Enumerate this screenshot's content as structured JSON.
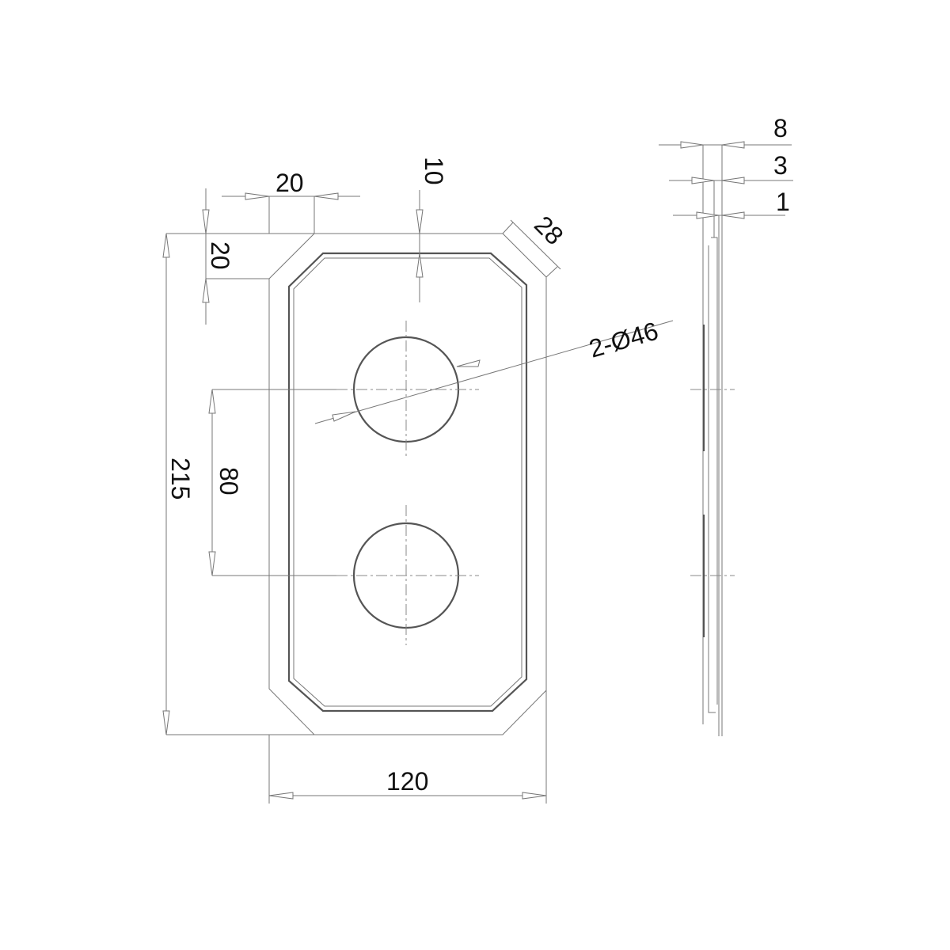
{
  "drawing": {
    "front_view": {
      "corner_width": "20",
      "corner_height": "20",
      "border": "10",
      "chamfer": "28",
      "holes": "2-Ø46",
      "hole_spacing": "80",
      "height": "215",
      "width": "120"
    },
    "side_view": {
      "thickness_total": "8",
      "thickness_mid": "3",
      "thickness_plate": "1"
    }
  }
}
